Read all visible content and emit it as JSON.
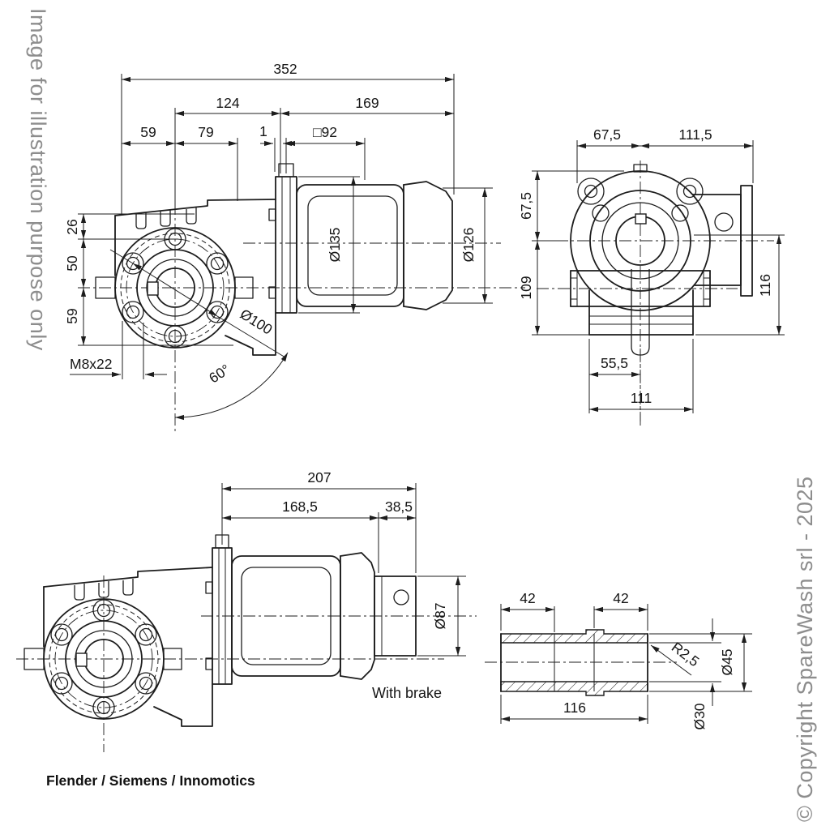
{
  "watermarks": {
    "left": "Image for illustration purpose only",
    "right": "© Copyright SpareWash srl - 2025"
  },
  "footer": {
    "brands": "Flender / Siemens / Innomotics"
  },
  "views": {
    "side": {
      "dims": {
        "overall": "352",
        "front_to_flange": "124",
        "motor_length": "169",
        "left_offset": "59",
        "hub_width": "79",
        "gap": "1",
        "square_flange": "□92",
        "top_offset": "26",
        "upper_spacing": "50",
        "lower_spacing": "59",
        "stud": "M8x22",
        "bolt_circle": "Ø100",
        "bolt_angle": "60°",
        "flange_dia": "Ø135",
        "motor_dia": "Ø126"
      }
    },
    "front": {
      "dims": {
        "left_width": "67,5",
        "right_width": "111,5",
        "upper_height": "67,5",
        "lower_height": "109",
        "motor_height": "116",
        "half_width": "55,5",
        "body_width": "111"
      }
    },
    "brake": {
      "dims": {
        "overall": "207",
        "body_length": "168,5",
        "brake_length": "38,5",
        "brake_dia": "Ø87"
      },
      "caption": "With brake"
    },
    "shaft": {
      "dims": {
        "left_depth": "42",
        "right_depth": "42",
        "length": "116",
        "fillet": "R2,5",
        "outer_dia": "Ø45",
        "bore_dia": "Ø30"
      }
    }
  }
}
